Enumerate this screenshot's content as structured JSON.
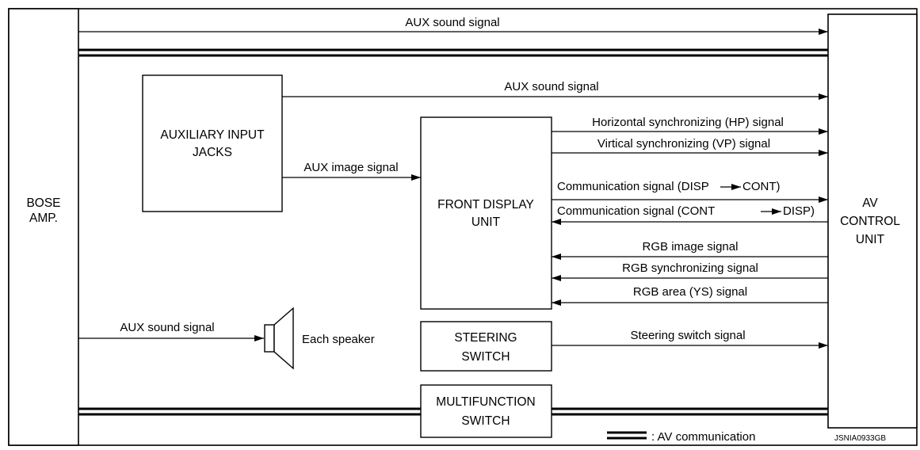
{
  "blocks": {
    "bose_amp": [
      "BOSE",
      "AMP."
    ],
    "av_control_unit": [
      "AV",
      "CONTROL",
      "UNIT"
    ],
    "auxiliary_input_jacks": [
      "AUXILIARY INPUT",
      "JACKS"
    ],
    "front_display_unit": [
      "FRONT DISPLAY",
      "UNIT"
    ],
    "steering_switch": [
      "STEERING",
      "SWITCH"
    ],
    "multifunction_switch": [
      "MULTIFUNCTION",
      "SWITCH"
    ]
  },
  "signals": {
    "aux_sound_top": "AUX sound signal",
    "aux_sound_jacks": "AUX sound signal",
    "aux_image": "AUX image signal",
    "horizontal_sync": "Horizontal synchronizing (HP) signal",
    "vertical_sync": "Virtical synchronizing (VP) signal",
    "comm_disp_cont": {
      "prefix": "Communication signal (DISP",
      "suffix": "CONT)"
    },
    "comm_cont_disp": {
      "prefix": "Communication signal (CONT",
      "suffix": "DISP)"
    },
    "rgb_image": "RGB image signal",
    "rgb_sync": "RGB synchronizing signal",
    "rgb_area": "RGB area (YS) signal",
    "aux_sound_speaker": "AUX sound signal",
    "steering_switch_signal": "Steering switch signal"
  },
  "speaker_label": "Each speaker",
  "legend": {
    "label": ": AV communication"
  },
  "figure_id": "JSNIA0933GB"
}
